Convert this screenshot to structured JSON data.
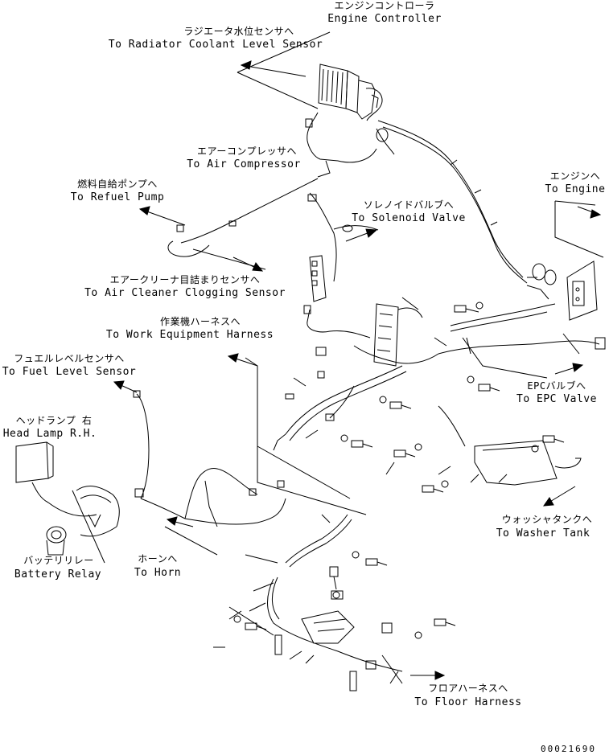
{
  "labels": {
    "engine_controller_jp": "エンジンコントローラ",
    "engine_controller_en": "Engine Controller",
    "radiator_jp": "ラジエータ水位センサへ",
    "radiator_en": "To Radiator Coolant Level Sensor",
    "air_compressor_jp": "エアーコンプレッサへ",
    "air_compressor_en": "To Air Compressor",
    "engine_jp": "エンジンへ",
    "engine_en": "To Engine",
    "refuel_pump_jp": "燃料自給ポンプへ",
    "refuel_pump_en": "To Refuel Pump",
    "solenoid_valve_jp": "ソレノイドバルブへ",
    "solenoid_valve_en": "To Solenoid Valve",
    "air_cleaner_jp": "エアークリーナ目詰まりセンサへ",
    "air_cleaner_en": "To Air Cleaner Clogging Sensor",
    "work_equipment_jp": "作業機ハーネスへ",
    "work_equipment_en": "To Work Equipment Harness",
    "fuel_level_jp": "フュエルレベルセンサへ",
    "fuel_level_en": "To Fuel Level Sensor",
    "epc_valve_jp": "EPCバルブへ",
    "epc_valve_en": "To EPC Valve",
    "head_lamp_jp": "ヘッドランプ 右",
    "head_lamp_en": "Head Lamp R.H.",
    "washer_tank_jp": "ウォッシャタンクへ",
    "washer_tank_en": "To Washer Tank",
    "battery_relay_jp": "バッテリリレー",
    "battery_relay_en": "Battery Relay",
    "horn_jp": "ホーンへ",
    "horn_en": "To Horn",
    "floor_harness_jp": "フロアハーネスへ",
    "floor_harness_en": "To Floor Harness"
  },
  "drawing_number": "00021690"
}
